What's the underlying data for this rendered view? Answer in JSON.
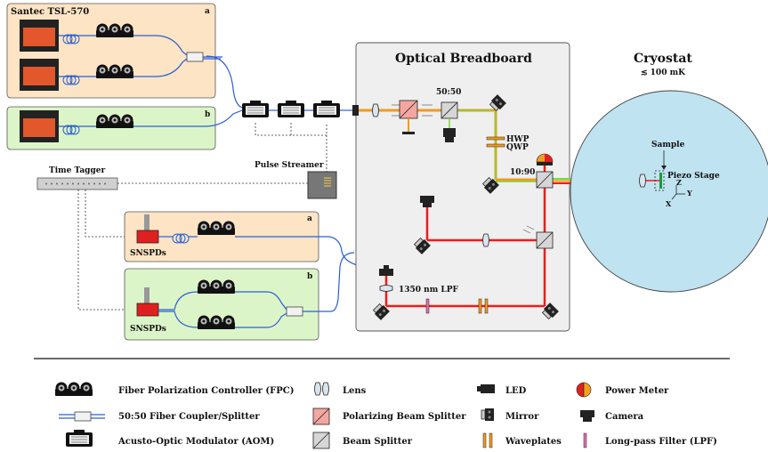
{
  "laser_box": {
    "title": "Santec TSL-570",
    "tag_a": "a",
    "tag_b": "b"
  },
  "breadboard": {
    "title": "Optical Breadboard",
    "splitter_5050": "50:50",
    "splitter_1090": "10:90",
    "hwp": "HWP",
    "qwp": "QWP",
    "lpf": "1350 nm LPF"
  },
  "cryostat": {
    "title": "Cryostat",
    "temperature": "≲ 100 mK",
    "sample": "Sample",
    "piezo": "Piezo Stage",
    "axis_z": "Z",
    "axis_y": "Y",
    "axis_x": "X"
  },
  "pulse_streamer": "Pulse Streamer",
  "time_tagger": "Time Tagger",
  "snspd_box": {
    "tag_a": "a",
    "tag_b": "b",
    "label": "SNSPDs"
  },
  "legend": [
    {
      "icon": "fpc-icon",
      "label": "Fiber Polarization Controller (FPC)"
    },
    {
      "icon": "lens-icon",
      "label": "Lens"
    },
    {
      "icon": "led-icon",
      "label": "LED"
    },
    {
      "icon": "power-meter-icon",
      "label": "Power Meter"
    },
    {
      "icon": "fiber-coupler-icon",
      "label": "50:50 Fiber Coupler/Splitter"
    },
    {
      "icon": "pbs-icon",
      "label": "Polarizing Beam Splitter"
    },
    {
      "icon": "mirror-icon",
      "label": "Mirror"
    },
    {
      "icon": "camera-icon",
      "label": "Camera"
    },
    {
      "icon": "aom-icon",
      "label": "Acusto-Optic Modulator (AOM)"
    },
    {
      "icon": "beam-splitter-icon",
      "label": "Beam Splitter"
    },
    {
      "icon": "waveplate-icon",
      "label": "Waveplates"
    },
    {
      "icon": "lpf-icon",
      "label": "Long-pass Filter (LPF)"
    }
  ],
  "colors": {
    "laser_a_bg": "#fde4c4",
    "laser_b_bg": "#dcf5c8",
    "breadboard_bg": "#efefef",
    "cryostat_bg": "#bfe3f0",
    "fiber": "#2a5fd6",
    "beam_red": "#ee1c1c",
    "beam_orange": "#f39a1e",
    "beam_green": "#7bd63a"
  }
}
